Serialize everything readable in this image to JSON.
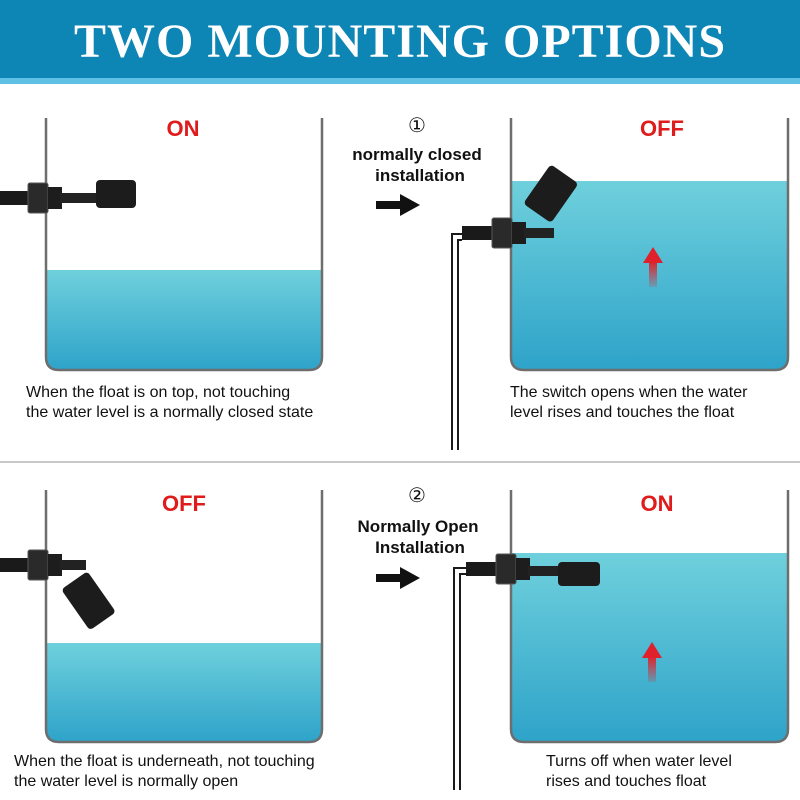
{
  "colors": {
    "banner": "#0e86b5",
    "banner_stripe": "#5fc0e6",
    "water_top": "#6fd0dc",
    "water_bottom": "#2ea3c9",
    "state_red": "#e01b1b",
    "arrow_red": "#e0202a"
  },
  "title": "TWO MOUNTING OPTIONS",
  "option1": {
    "number": "①",
    "label_line1": "normally closed",
    "label_line2": "installation",
    "left_state": "ON",
    "right_state": "OFF",
    "left_caption_line1": "When the float is on top, not touching",
    "left_caption_line2": "the water level is a normally closed state",
    "right_caption_line1": "The switch opens when the water",
    "right_caption_line2": "level rises and touches the float"
  },
  "option2": {
    "number": "②",
    "label_line1": "Normally Open",
    "label_line2": "Installation",
    "left_state": "OFF",
    "right_state": "ON",
    "left_caption_line1": "When the float is underneath, not touching",
    "left_caption_line2": "the water level is normally open",
    "right_caption_line1": "Turns off when water level",
    "right_caption_line2": "rises and touches float"
  }
}
